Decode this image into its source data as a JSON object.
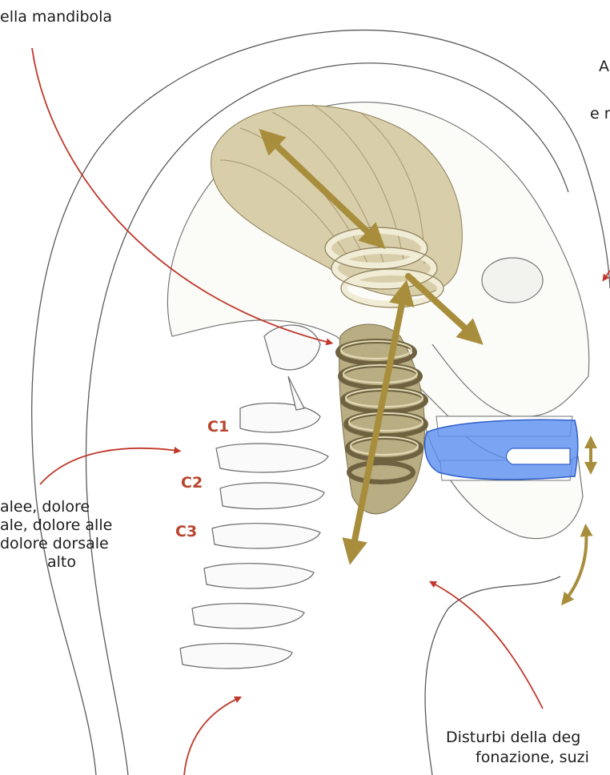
{
  "labels": {
    "top_left": "ella mandibola",
    "top_right_1": "A",
    "top_right_2": "e r",
    "left_1": "alee, dolore",
    "left_2": "ale, dolore alle",
    "left_3": "dolore dorsale",
    "left_4": "alto",
    "bottom_right_1": "Disturbi della deg",
    "bottom_right_2": "fonazione, suzi"
  },
  "vertebrae": {
    "c1": "C1",
    "c2": "C2",
    "c3": "C3"
  },
  "colors": {
    "line": "#4a4a4a",
    "muscle": "#d8ceaa",
    "muscle_dark": "#a89870",
    "arrow_gold": "#a88e3c",
    "pointer_red": "#c0392b",
    "splint_blue": "#5a8ef0",
    "vertebra_label": "#b8452e"
  }
}
